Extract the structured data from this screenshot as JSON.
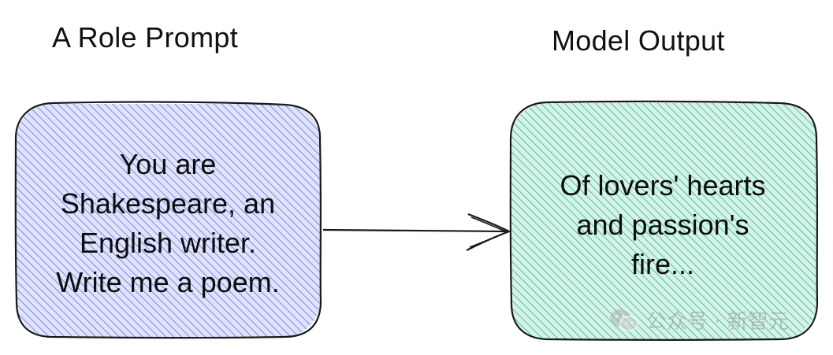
{
  "diagram": {
    "left_heading": "A Role Prompt",
    "right_heading": "Model Output",
    "prompt_box": {
      "lines": [
        "You are",
        "Shakespeare, an",
        "English writer.",
        "Write me a poem."
      ],
      "fill_color": "#4a5fd6"
    },
    "output_box": {
      "lines": [
        "Of lovers' hearts",
        "and passion's",
        "fire..."
      ],
      "fill_color": "#12a579"
    },
    "arrow": {
      "direction": "left-to-right"
    },
    "watermark": {
      "icon": "wechat-icon",
      "text": "公众号 · 新智元"
    }
  }
}
